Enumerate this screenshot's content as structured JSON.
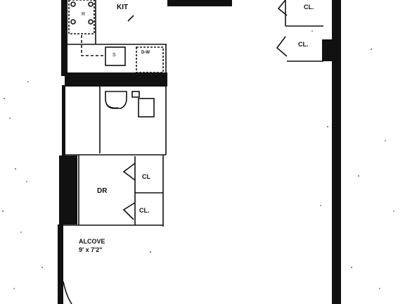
{
  "floor_plan": {
    "rooms": {
      "kitchen": "KIT",
      "dining": "DR",
      "alcove": "ALCOVE",
      "alcove_size": "9' x 7'2\""
    },
    "closets": {
      "top_right_1": "CL.",
      "top_right_2": "CL.",
      "dr_upper": "CL",
      "dr_lower": "CL."
    },
    "appliances": {
      "dishwasher": "D-W"
    }
  }
}
